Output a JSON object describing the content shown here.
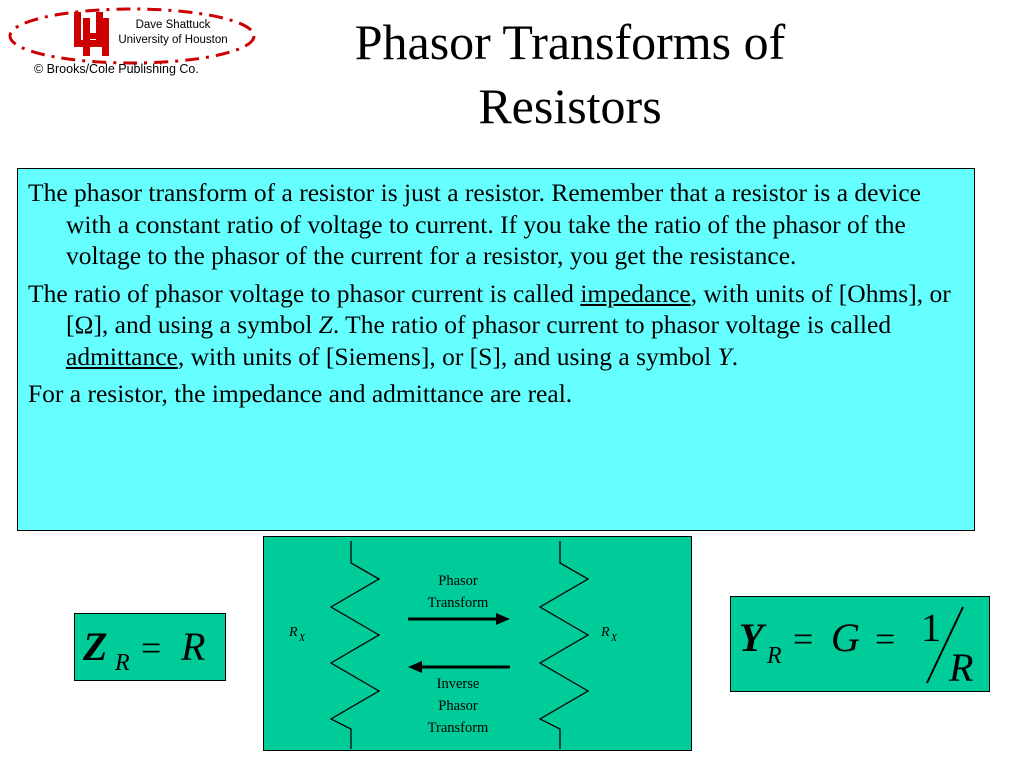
{
  "logo": {
    "author": "Dave Shattuck",
    "institution": "University of Houston",
    "copyright": "© Brooks/Cole Publishing Co.",
    "mark": "UH",
    "mark_color": "#cc0000"
  },
  "slide": {
    "title_line1": "Phasor Transforms of",
    "title_line2": "Resistors"
  },
  "body": {
    "paragraph1": "The phasor transform of a resistor is just a resistor.  Remember that a resistor is a device with a constant ratio of voltage to current.  If you take the ratio of the phasor of the voltage to the phasor of the current for a resistor, you get the resistance.",
    "p2_a": "The ratio of phasor voltage to phasor current is called ",
    "p2_term1": "impedance",
    "p2_b": ", with units of [Ohms], or [Ω], and using a symbol ",
    "p2_sym1": "Z",
    "p2_c": ".  The ratio of phasor current to phasor voltage is called ",
    "p2_term2": "admittance",
    "p2_d": ", with units of [Siemens], or [S], and using a symbol ",
    "p2_sym2": "Y",
    "p2_e": ".",
    "paragraph3": "For a resistor, the impedance and admittance are real."
  },
  "equation_z": {
    "symbol": "Z",
    "subscript": "R",
    "equals": "=",
    "rhs": "R"
  },
  "equation_y": {
    "symbol": "Y",
    "subscript": "R",
    "equals1": "=",
    "g": "G",
    "equals2": "=",
    "numerator": "1",
    "denominator": "R"
  },
  "diagram": {
    "left_resistor_label": "R",
    "right_resistor_label": "R",
    "resistor_subscript": "X",
    "forward_label_line1": "Phasor",
    "forward_label_line2": "Transform",
    "inverse_label_line1": "Inverse",
    "inverse_label_line2": "Phasor",
    "inverse_label_line3": "Transform"
  },
  "colors": {
    "textbox_bg": "#66ffff",
    "equation_bg": "#00cc99",
    "diagram_bg": "#00cc99"
  }
}
